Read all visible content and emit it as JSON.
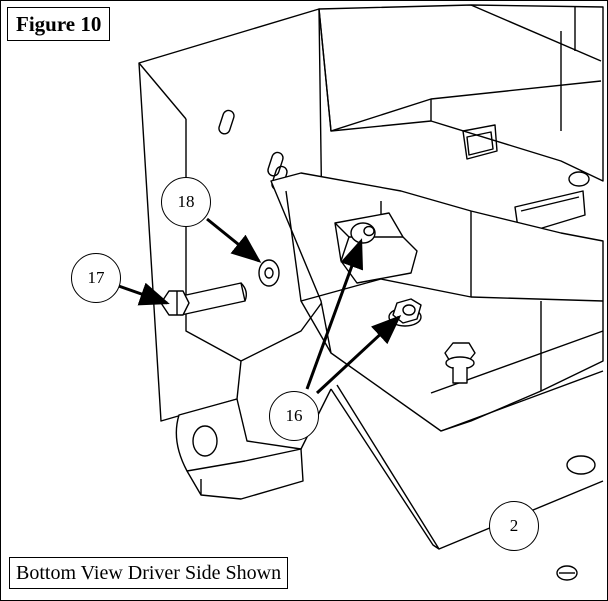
{
  "figure": {
    "title": "Figure 10",
    "caption": "Bottom View Driver Side Shown"
  },
  "callouts": {
    "c16": "16",
    "c17": "17",
    "c18": "18",
    "c2": "2"
  },
  "colors": {
    "line": "#000000",
    "background": "#ffffff",
    "shade": "#e9e9e9",
    "dark_shade": "#cfcfcf"
  }
}
